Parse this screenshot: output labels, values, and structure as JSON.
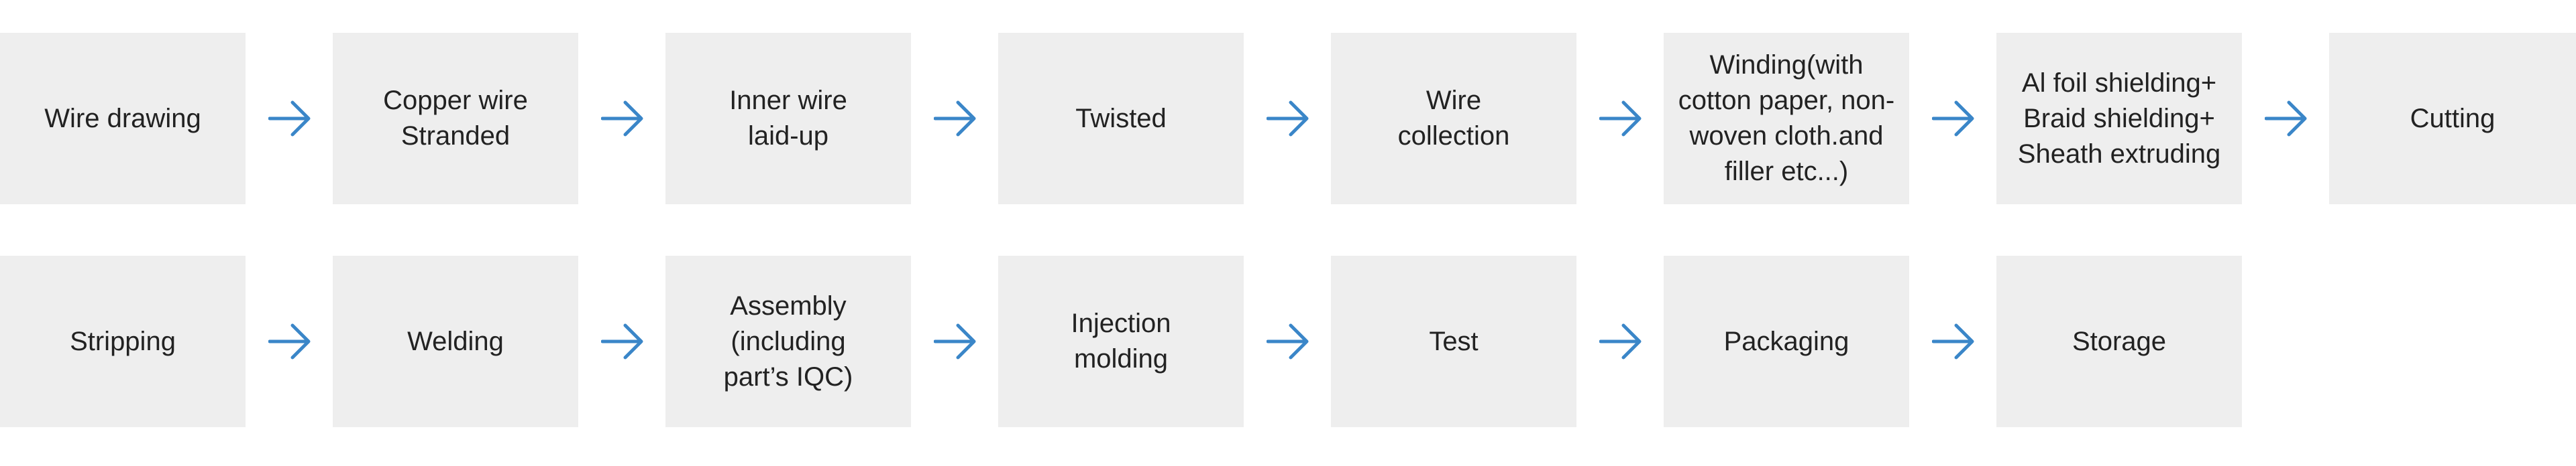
{
  "colors": {
    "box_fill": "#eeeeee",
    "arrow": "#3a86c8",
    "text": "#222222"
  },
  "rows": [
    {
      "steps": [
        "Wire drawing",
        "Copper wire\nStranded",
        "Inner wire\nlaid-up",
        "Twisted",
        "Wire\ncollection",
        "Winding(with\ncotton paper, non-\nwoven cloth.and\nfiller etc...)",
        "Al foil shielding+\nBraid shielding+\nSheath extruding",
        "Cutting"
      ]
    },
    {
      "steps": [
        "Stripping",
        "Welding",
        "Assembly\n(including\npart’s IQC)",
        "Injection\nmolding",
        "Test",
        "Packaging",
        "Storage"
      ]
    }
  ],
  "icons": {
    "connector": "arrow-right-icon"
  }
}
